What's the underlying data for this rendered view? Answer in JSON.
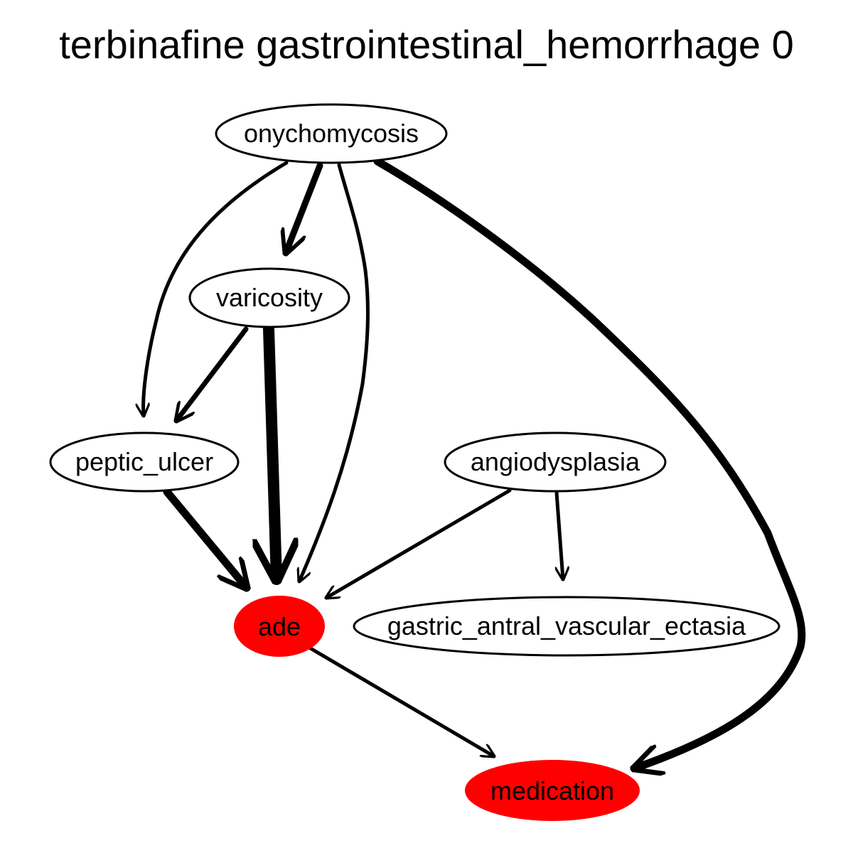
{
  "title": "terbinafine gastrointestinal_hemorrhage 0",
  "colors": {
    "highlight_fill": "#ff0000",
    "default_fill": "#ffffff",
    "stroke": "#000000"
  },
  "nodes": {
    "onychomycosis": {
      "label": "onychomycosis",
      "highlighted": false
    },
    "varicosity": {
      "label": "varicosity",
      "highlighted": false
    },
    "peptic_ulcer": {
      "label": "peptic_ulcer",
      "highlighted": false
    },
    "angiodysplasia": {
      "label": "angiodysplasia",
      "highlighted": false
    },
    "ade": {
      "label": "ade",
      "highlighted": true
    },
    "gastric_antral_vascular_ectasia": {
      "label": "gastric_antral_vascular_ectasia",
      "highlighted": false
    },
    "medication": {
      "label": "medication",
      "highlighted": true
    }
  },
  "edges": [
    {
      "from": "onychomycosis",
      "to": "varicosity"
    },
    {
      "from": "onychomycosis",
      "to": "peptic_ulcer"
    },
    {
      "from": "onychomycosis",
      "to": "ade"
    },
    {
      "from": "onychomycosis",
      "to": "medication"
    },
    {
      "from": "varicosity",
      "to": "peptic_ulcer"
    },
    {
      "from": "varicosity",
      "to": "ade"
    },
    {
      "from": "peptic_ulcer",
      "to": "ade"
    },
    {
      "from": "angiodysplasia",
      "to": "ade"
    },
    {
      "from": "angiodysplasia",
      "to": "gastric_antral_vascular_ectasia"
    },
    {
      "from": "ade",
      "to": "medication"
    }
  ]
}
